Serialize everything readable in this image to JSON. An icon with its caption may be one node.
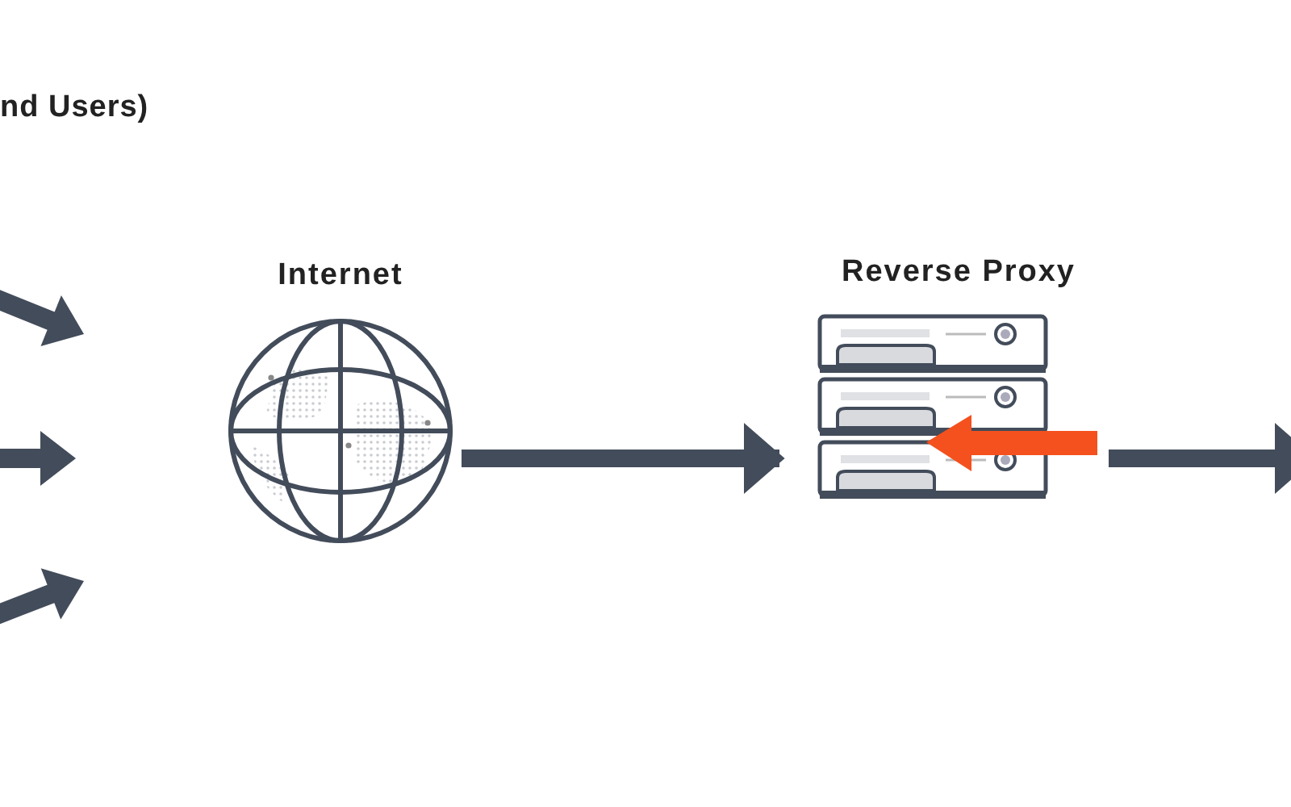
{
  "diagram": {
    "nodes": [
      {
        "text": [
          "Internet"
        ]
      },
      {
        "text": [
          "Reverse Proxy"
        ]
      }
    ],
    "edges": [
      {
        "from": 0,
        "to": 1,
        "arrow": "to"
      },
      {
        "from": 1,
        "to": null,
        "arrow": "to"
      }
    ],
    "labels": [
      "nd Users)"
    ]
  }
}
